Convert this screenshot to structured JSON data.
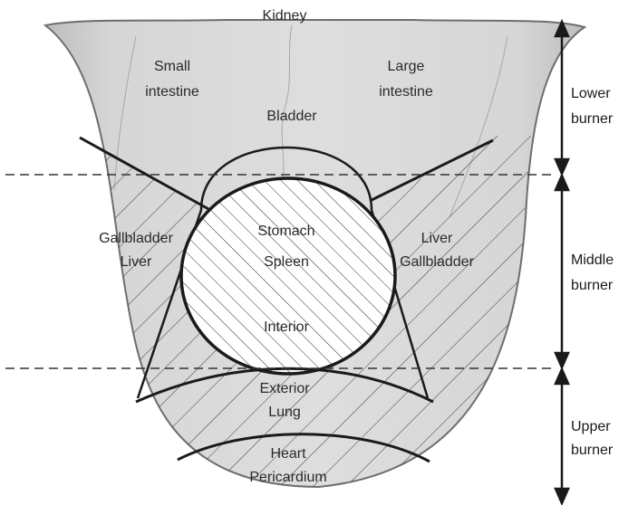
{
  "title": "Kidney",
  "regions": {
    "small_intestine": [
      "Small",
      "intestine"
    ],
    "large_intestine": [
      "Large",
      "intestine"
    ],
    "bladder": "Bladder",
    "left_mid": [
      "Gallbladder",
      "Liver"
    ],
    "right_mid": [
      "Liver",
      "Gallbladder"
    ],
    "center": {
      "stomach": "Stomach",
      "spleen": "Spleen",
      "interior": "Interior"
    },
    "exterior": [
      "Exterior",
      "Lung"
    ],
    "heart": [
      "Heart",
      "Pericardium"
    ]
  },
  "burners": {
    "lower": [
      "Lower",
      "burner"
    ],
    "middle": [
      "Middle",
      "burner"
    ],
    "upper": [
      "Upper",
      "burner"
    ]
  },
  "colors": {
    "tongue_fill": "#d9d9d9",
    "tongue_edge": "#6e6e6e",
    "line": "#1a1a1a",
    "text": "#2a2a2a"
  }
}
